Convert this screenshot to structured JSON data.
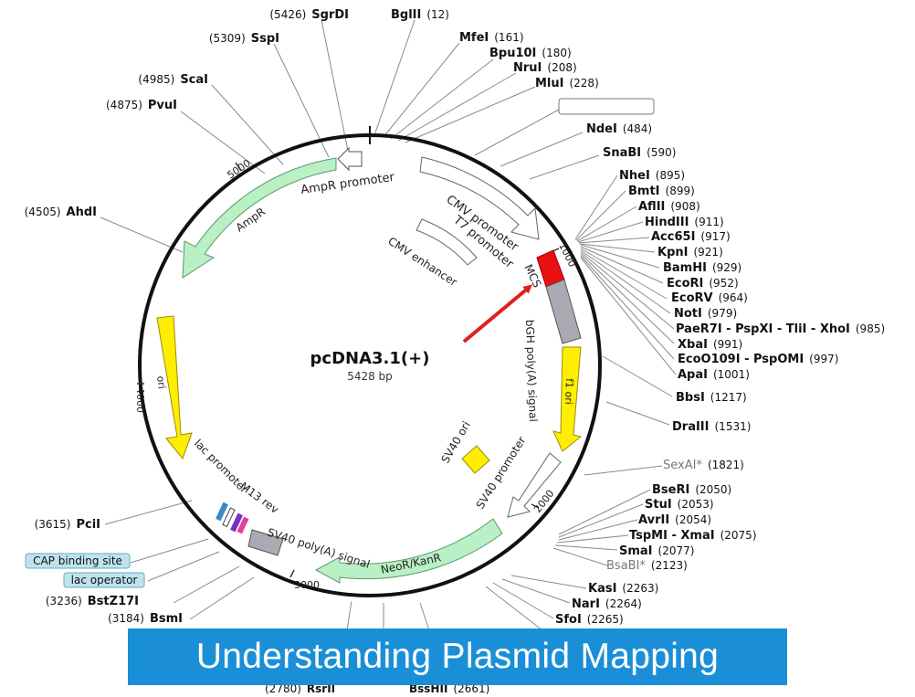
{
  "plasmid": {
    "name": "pcDNA3.1(+)",
    "size": "5428 bp"
  },
  "colors": {
    "ampr": "#b9f0c6",
    "ori": "#ffee00",
    "neo": "#b9f0c6",
    "mcs": "#e81010",
    "bgh": "#a9aab2",
    "banner": "#1a8fd8",
    "arrow": "#e02020",
    "tag_bg": "#bfe3ee"
  },
  "features": {
    "ampr_promoter": "AmpR promoter",
    "ampr": "AmpR",
    "cmv_promoter": "CMV promoter",
    "t7_promoter": "T7 promoter",
    "cmv_enhancer": "CMV enhancer",
    "mcs": "MCS",
    "bgh": "bGH poly(A) signal",
    "f1_ori": "f1 ori",
    "sv40_ori": "SV40 ori",
    "sv40_promoter": "SV40 promoter",
    "neo": "NeoR/KanR",
    "sv40_polya": "SV40 poly(A) signal",
    "m13": "M13 rev",
    "lac_promoter": "lac promoter",
    "ori": "ori"
  },
  "ticks": {
    "t1000": "1000",
    "t2000": "2000",
    "t3000": "3000",
    "t4000": "4000",
    "t5000": "5000"
  },
  "left_sites": [
    {
      "pos": "(5426)",
      "name": "SgrDI"
    },
    {
      "pos": "(5309)",
      "name": "SspI"
    },
    {
      "pos": "(4985)",
      "name": "ScaI"
    },
    {
      "pos": "(4875)",
      "name": "PvuI"
    },
    {
      "pos": "(4505)",
      "name": "AhdI"
    },
    {
      "pos": "(3615)",
      "name": "PciI"
    },
    {
      "pos": "(3236)",
      "name": "BstZ17I"
    },
    {
      "pos": "(3184)",
      "name": "BsmI"
    }
  ],
  "left_boxes": [
    "CAP binding site",
    "lac operator"
  ],
  "right_sites": [
    {
      "name": "BglII",
      "pos": "(12)"
    },
    {
      "name": "MfeI",
      "pos": "(161)"
    },
    {
      "name": "Bpu10I",
      "pos": "(180)"
    },
    {
      "name": "NruI",
      "pos": "(208)"
    },
    {
      "name": "MluI",
      "pos": "(228)"
    },
    {
      "name": "CMV enhancer",
      "pos": ""
    },
    {
      "name": "NdeI",
      "pos": "(484)"
    },
    {
      "name": "SnaBI",
      "pos": "(590)"
    },
    {
      "name": "NheI",
      "pos": "(895)"
    },
    {
      "name": "BmtI",
      "pos": "(899)"
    },
    {
      "name": "AflII",
      "pos": "(908)"
    },
    {
      "name": "HindIII",
      "pos": "(911)"
    },
    {
      "name": "Acc65I",
      "pos": "(917)"
    },
    {
      "name": "KpnI",
      "pos": "(921)"
    },
    {
      "name": "BamHI",
      "pos": "(929)"
    },
    {
      "name": "EcoRI",
      "pos": "(952)"
    },
    {
      "name": "EcoRV",
      "pos": "(964)"
    },
    {
      "name": "NotI",
      "pos": "(979)"
    },
    {
      "name": "PaeR7I - PspXI - TliI - XhoI",
      "pos": "(985)"
    },
    {
      "name": "XbaI",
      "pos": "(991)"
    },
    {
      "name": "EcoO109I - PspOMI",
      "pos": "(997)"
    },
    {
      "name": "ApaI",
      "pos": "(1001)"
    },
    {
      "name": "BbsI",
      "pos": "(1217)"
    },
    {
      "name": "DraIII",
      "pos": "(1531)"
    },
    {
      "name": "SexAI*",
      "pos": "(1821)"
    },
    {
      "name": "BseRI",
      "pos": "(2050)"
    },
    {
      "name": "StuI",
      "pos": "(2053)"
    },
    {
      "name": "AvrII",
      "pos": "(2054)"
    },
    {
      "name": "TspMI - XmaI",
      "pos": "(2075)"
    },
    {
      "name": "SmaI",
      "pos": "(2077)"
    },
    {
      "name": "BsaBI*",
      "pos": "(2123)"
    },
    {
      "name": "KasI",
      "pos": "(2263)"
    },
    {
      "name": "NarI",
      "pos": "(2264)"
    },
    {
      "name": "SfoI",
      "pos": "(2265)"
    }
  ],
  "bottom_sites": [
    {
      "pos": "(2780)",
      "name": "RsrII"
    },
    {
      "name": "BssHII",
      "pos": "(2661)"
    }
  ],
  "banner": {
    "title": "Understanding Plasmid Mapping"
  }
}
